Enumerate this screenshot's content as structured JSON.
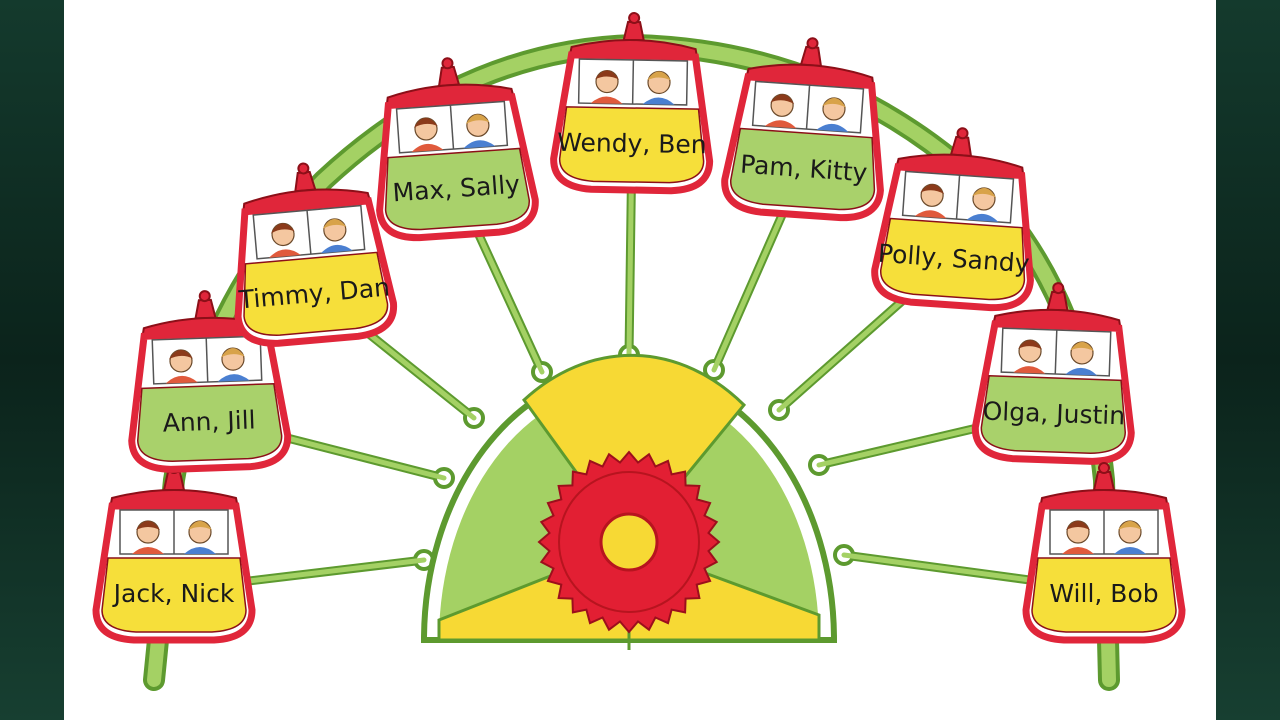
{
  "illustration": {
    "subject": "ferris-wheel",
    "colors": {
      "frame": "#9ccb5a",
      "frame_dark": "#5d9a2f",
      "car_border": "#e0263a",
      "car_red": "#e0263a",
      "car_green": "#a9d16b",
      "car_yellow": "#f6df3a",
      "hub_red": "#e21f33",
      "hub_yellow": "#f7d934",
      "hub_green": "#9fcc5d",
      "background_side": "#0f2a22"
    },
    "cars": [
      {
        "id": "jack-nick",
        "label": "Jack, Nick",
        "fill": "#f6df3a"
      },
      {
        "id": "ann-jill",
        "label": "Ann, Jill",
        "fill": "#a9d16b"
      },
      {
        "id": "timmy-dan",
        "label": "Timmy, Dan",
        "fill": "#f6df3a"
      },
      {
        "id": "max-sally",
        "label": "Max, Sally",
        "fill": "#a9d16b"
      },
      {
        "id": "wendy-ben",
        "label": "Wendy, Ben",
        "fill": "#f6df3a"
      },
      {
        "id": "pam-kitty",
        "label": "Pam, Kitty",
        "fill": "#a9d16b"
      },
      {
        "id": "polly-sandy",
        "label": "Polly, Sandy",
        "fill": "#f6df3a"
      },
      {
        "id": "olga-justin",
        "label": "Olga, Justin",
        "fill": "#a9d16b"
      },
      {
        "id": "will-bob",
        "label": "Will, Bob",
        "fill": "#f6df3a"
      }
    ]
  }
}
